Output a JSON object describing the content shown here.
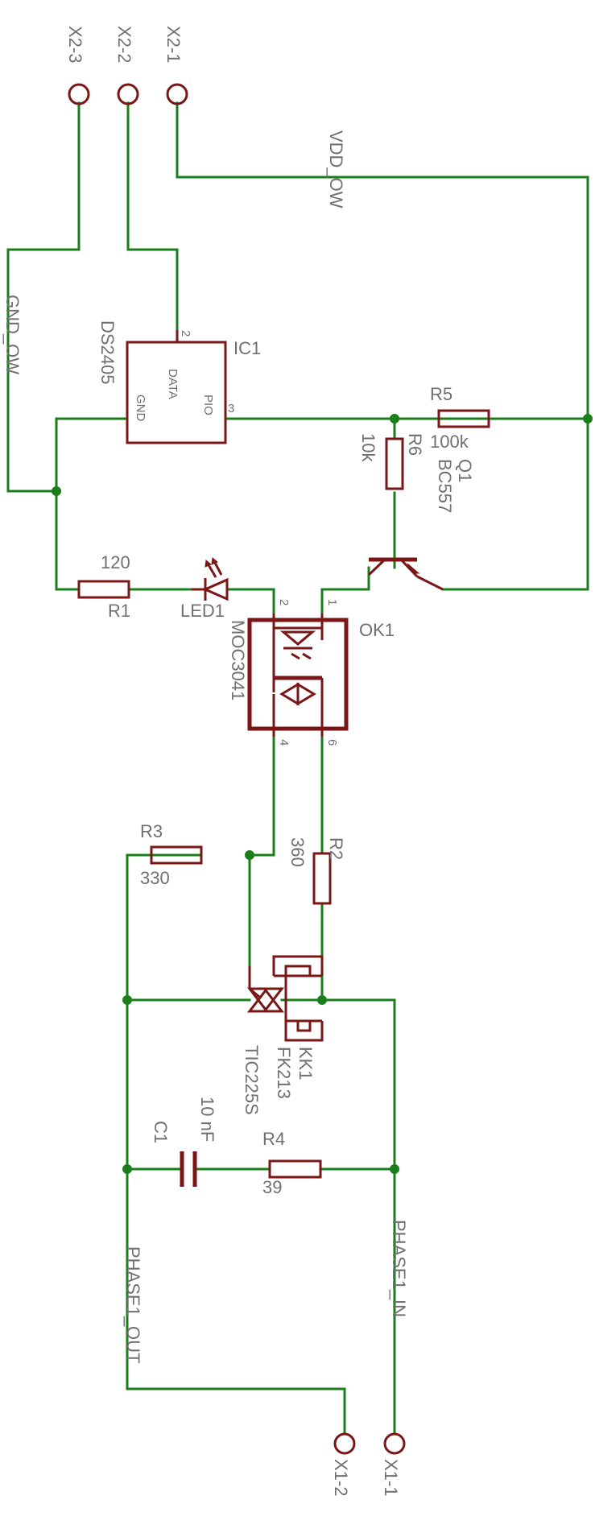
{
  "connectors": {
    "x2_3": "X2-3",
    "x2_2": "X2-2",
    "x2_1": "X2-1",
    "x1_2": "X1-2",
    "x1_1": "X1-1"
  },
  "nets": {
    "vdd": "VDD_OW",
    "gnd": "GND_OW",
    "phase_in": "PHASE1_IN",
    "phase_out": "PHASE1_OUT"
  },
  "ic1": {
    "name": "IC1",
    "value": "DS2405",
    "pin_data": "DATA",
    "pin_gnd": "GND",
    "pin_pio": "PIO",
    "pin2": "2",
    "pin3": "3"
  },
  "resistors": {
    "r1": {
      "name": "R1",
      "value": "120"
    },
    "r2": {
      "name": "R2",
      "value": "360"
    },
    "r3": {
      "name": "R3",
      "value": "330"
    },
    "r4": {
      "name": "R4",
      "value": "39"
    },
    "r5": {
      "name": "R5",
      "value": "100k"
    },
    "r6": {
      "name": "R6",
      "value": "10k"
    }
  },
  "c1": {
    "name": "C1",
    "value": "10 nF"
  },
  "q1": {
    "name": "Q1",
    "value": "BC557"
  },
  "led1": {
    "name": "LED1"
  },
  "ok1": {
    "name": "OK1",
    "value": "MOC3041",
    "pin1": "1",
    "pin2": "2",
    "pin4": "4",
    "pin6": "6"
  },
  "triac": {
    "value": "TIC225S"
  },
  "kk1": {
    "name": "KK1",
    "value": "FK213"
  }
}
